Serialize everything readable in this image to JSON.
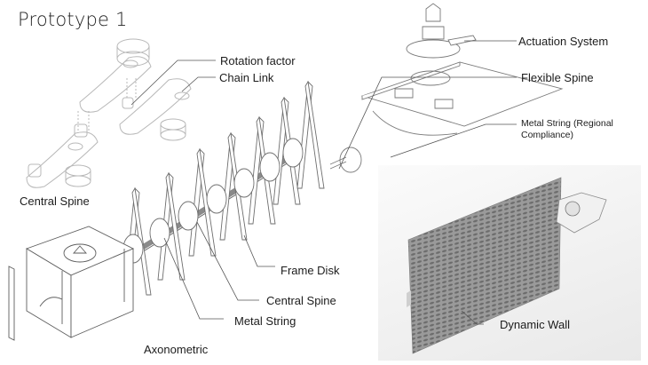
{
  "title": "Prototype 1",
  "labels": {
    "rotation_factor": "Rotation factor",
    "chain_link": "Chain Link",
    "central_spine_top": "Central Spine",
    "actuation_system": "Actuation System",
    "flexible_spine": "Flexible Spine",
    "metal_string_regional": "Metal String (Regional Compliance)",
    "frame_disk": "Frame Disk",
    "central_spine_bottom": "Central Spine",
    "metal_string": "Metal String",
    "axonometric": "Axonometric",
    "dynamic_wall": "Dynamic Wall"
  },
  "colors": {
    "line": "#6b6b6b",
    "light_line": "#b5b5b5",
    "leader": "#555555",
    "wall": "#8f8f8f"
  }
}
